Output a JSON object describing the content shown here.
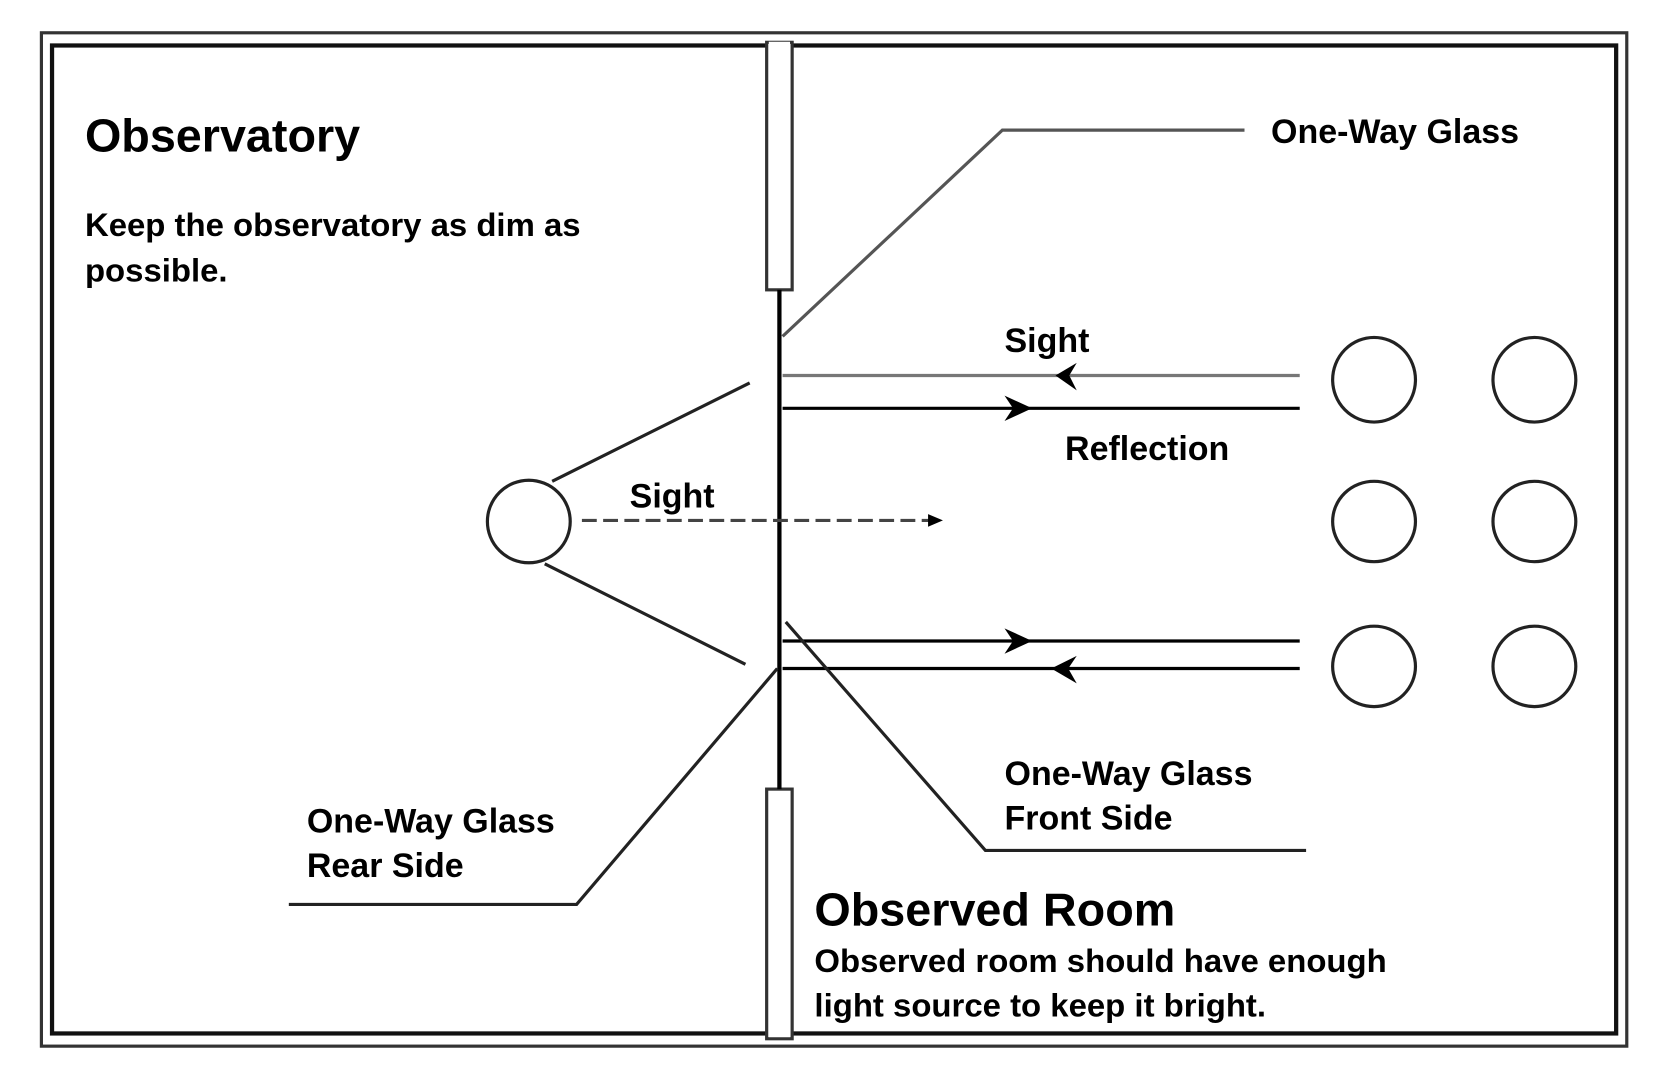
{
  "observatory": {
    "title": "Observatory",
    "desc_line1": "Keep the observatory as dim as",
    "desc_line2": "possible."
  },
  "observed_room": {
    "title": "Observed Room",
    "desc_line1": "Observed room should have enough",
    "desc_line2": "light source to keep it bright."
  },
  "labels": {
    "one_way_glass": "One-Way Glass",
    "sight_top": "Sight",
    "reflection": "Reflection",
    "sight_observer": "Sight",
    "front_line1": "One-Way Glass",
    "front_line2": "Front Side",
    "rear_line1": "One-Way Glass",
    "rear_line2": "Rear Side"
  },
  "colors": {
    "ink": "#000000",
    "gray_line": "#777777",
    "background": "#ffffff"
  }
}
